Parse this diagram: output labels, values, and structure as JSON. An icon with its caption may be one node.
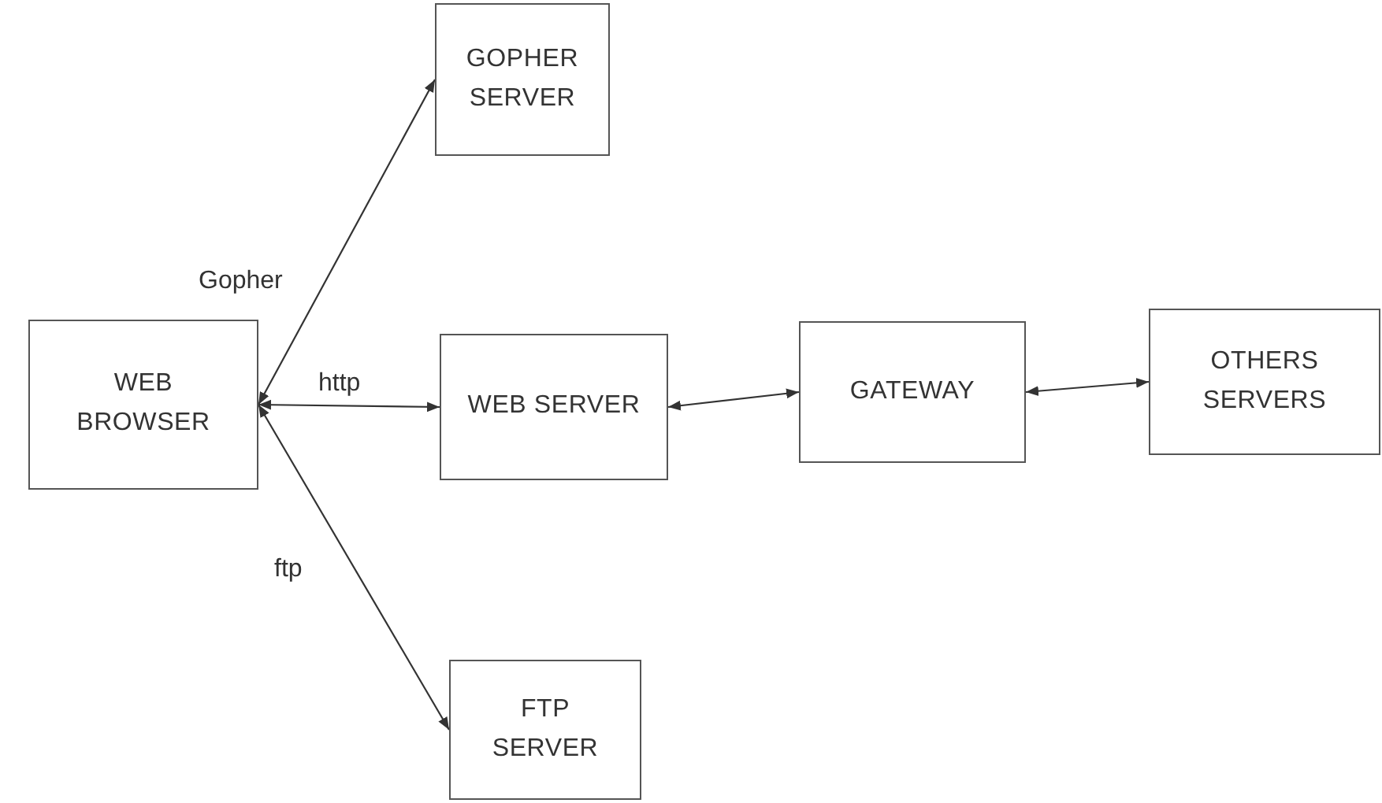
{
  "diagram": {
    "nodes": [
      {
        "text": [
          "WEB BROWSER"
        ]
      },
      {
        "text": [
          "GOPHER SERVER"
        ]
      },
      {
        "text": [
          "WEB SERVER"
        ]
      },
      {
        "text": [
          "GATEWAY"
        ]
      },
      {
        "text": [
          "OTHERS SERVERS"
        ]
      },
      {
        "text": [
          "FTP SERVER"
        ]
      }
    ],
    "edges": [
      {
        "from": 0,
        "to": 1,
        "arrow": "both",
        "label": "Gopher"
      },
      {
        "from": 0,
        "to": 2,
        "arrow": "both",
        "label": "http"
      },
      {
        "from": 2,
        "to": 3,
        "arrow": "both"
      },
      {
        "from": 3,
        "to": 4,
        "arrow": "both"
      },
      {
        "from": 0,
        "to": 5,
        "arrow": "both",
        "label": "ftp"
      }
    ]
  }
}
